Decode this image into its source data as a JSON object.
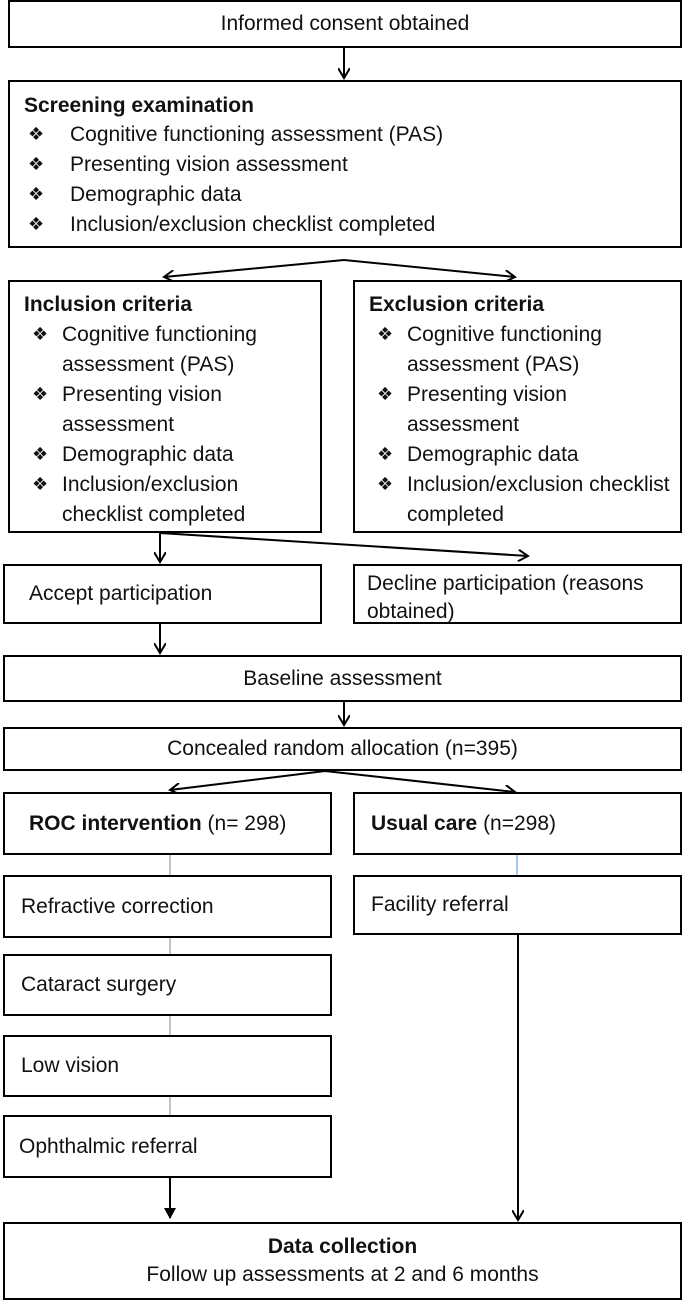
{
  "consent": {
    "label": "Informed consent obtained"
  },
  "screening": {
    "title": "Screening examination",
    "items": [
      "Cognitive functioning assessment (PAS)",
      "Presenting vision assessment",
      "Demographic data",
      "Inclusion/exclusion checklist completed"
    ]
  },
  "inclusion": {
    "title": "Inclusion criteria",
    "items": [
      "Cognitive functioning assessment (PAS)",
      "Presenting vision assessment",
      "Demographic data",
      "Inclusion/exclusion checklist completed"
    ]
  },
  "exclusion": {
    "title": "Exclusion criteria",
    "items": [
      "Cognitive functioning assessment (PAS)",
      "Presenting vision assessment",
      "Demographic data",
      "Inclusion/exclusion checklist completed"
    ]
  },
  "accept": {
    "label": "Accept participation"
  },
  "decline": {
    "label": "Decline participation (reasons obtained)"
  },
  "baseline": {
    "label": "Baseline assessment"
  },
  "allocation": {
    "label": "Concealed random allocation (n=395)"
  },
  "roc": {
    "title": "ROC intervention",
    "n": " (n= 298)",
    "steps": [
      "Refractive correction",
      "Cataract surgery",
      "Low vision",
      "Ophthalmic referral"
    ]
  },
  "usual": {
    "title": "Usual care",
    "n": " (n=298)",
    "step": "Facility referral"
  },
  "data_collection": {
    "title": "Data collection",
    "subtitle": "Follow up assessments at 2 and 6 months"
  },
  "bullet_icon": "diamond-bullet-icon"
}
